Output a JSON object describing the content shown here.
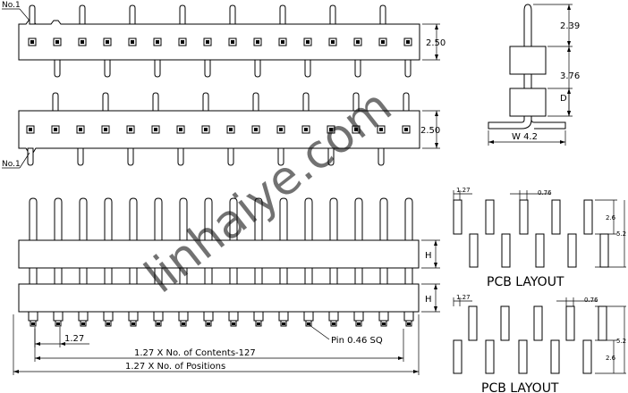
{
  "labels": {
    "no1_top": "No.1",
    "no1_mid": "No.1",
    "dim_250_a": "2.50",
    "dim_250_b": "2.50",
    "dim_239": "2.39",
    "dim_376": "3.76",
    "dim_D": "D",
    "dim_w42": "W 4.2",
    "dim_H_a": "H",
    "dim_H_b": "H",
    "dim_127_pitch": "1.27",
    "pin_sq": "Pin 0.46 SQ",
    "contents_formula": "1.27 X No. of Contents-127",
    "positions_formula": "1.27 X No. of Positions",
    "pcb1_127": "1.27",
    "pcb1_076": "0.76",
    "pcb1_26": "2.6",
    "pcb1_52": "5.2",
    "pcb1_title": "PCB LAYOUT",
    "pcb2_127": "1.27",
    "pcb2_076": "0.76",
    "pcb2_52": "5.2",
    "pcb2_26": "2.6",
    "pcb2_title": "PCB LAYOUT",
    "watermark": "linhaiye.com"
  },
  "colors": {
    "line": "#000000",
    "watermark": "#7fb3c0"
  }
}
